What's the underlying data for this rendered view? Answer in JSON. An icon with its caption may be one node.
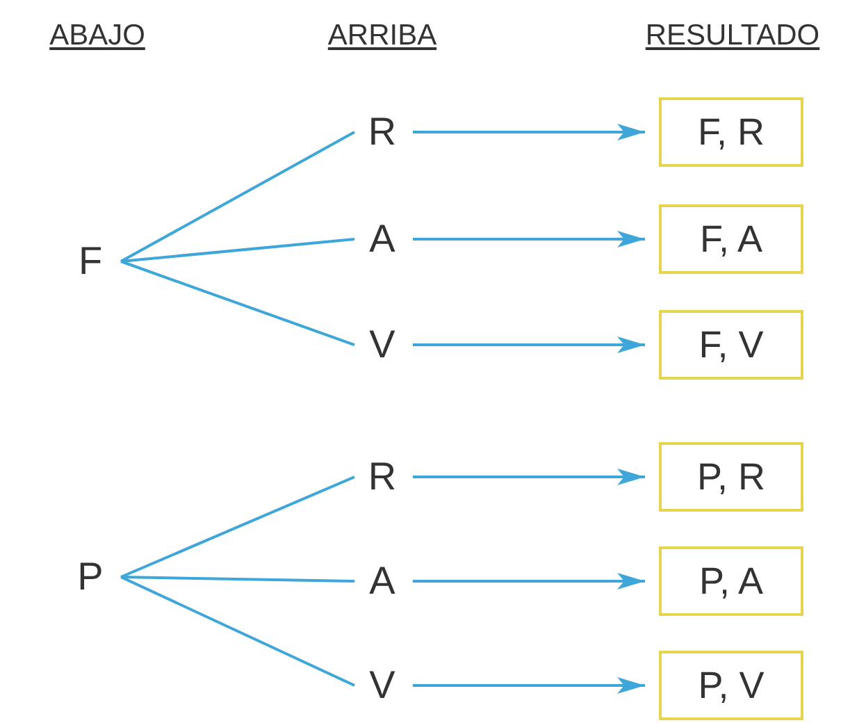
{
  "diagram": {
    "nodes": [
      {
        "text": [
          "F"
        ]
      },
      {
        "text": [
          "R"
        ]
      },
      {
        "text": [
          "A"
        ]
      },
      {
        "text": [
          "V"
        ]
      },
      {
        "text": [
          "F, R"
        ]
      },
      {
        "text": [
          "F, A"
        ]
      },
      {
        "text": [
          "F, V"
        ]
      },
      {
        "text": [
          "P"
        ]
      },
      {
        "text": [
          "R"
        ]
      },
      {
        "text": [
          "A"
        ]
      },
      {
        "text": [
          "V"
        ]
      },
      {
        "text": [
          "P, R"
        ]
      },
      {
        "text": [
          "P, A"
        ]
      },
      {
        "text": [
          "P, V"
        ]
      }
    ],
    "edges": [
      {
        "from": 0,
        "to": 1,
        "arrow": "none"
      },
      {
        "from": 0,
        "to": 2,
        "arrow": "none"
      },
      {
        "from": 0,
        "to": 3,
        "arrow": "none"
      },
      {
        "from": 1,
        "to": 4,
        "arrow": "to"
      },
      {
        "from": 2,
        "to": 5,
        "arrow": "to"
      },
      {
        "from": 3,
        "to": 6,
        "arrow": "to"
      },
      {
        "from": 7,
        "to": 8,
        "arrow": "none"
      },
      {
        "from": 7,
        "to": 9,
        "arrow": "none"
      },
      {
        "from": 7,
        "to": 10,
        "arrow": "none"
      },
      {
        "from": 8,
        "to": 11,
        "arrow": "to"
      },
      {
        "from": 9,
        "to": 12,
        "arrow": "to"
      },
      {
        "from": 10,
        "to": 13,
        "arrow": "to"
      }
    ],
    "labels": [
      "ABAJO",
      "ARRIBA",
      "RESULTADO"
    ]
  }
}
